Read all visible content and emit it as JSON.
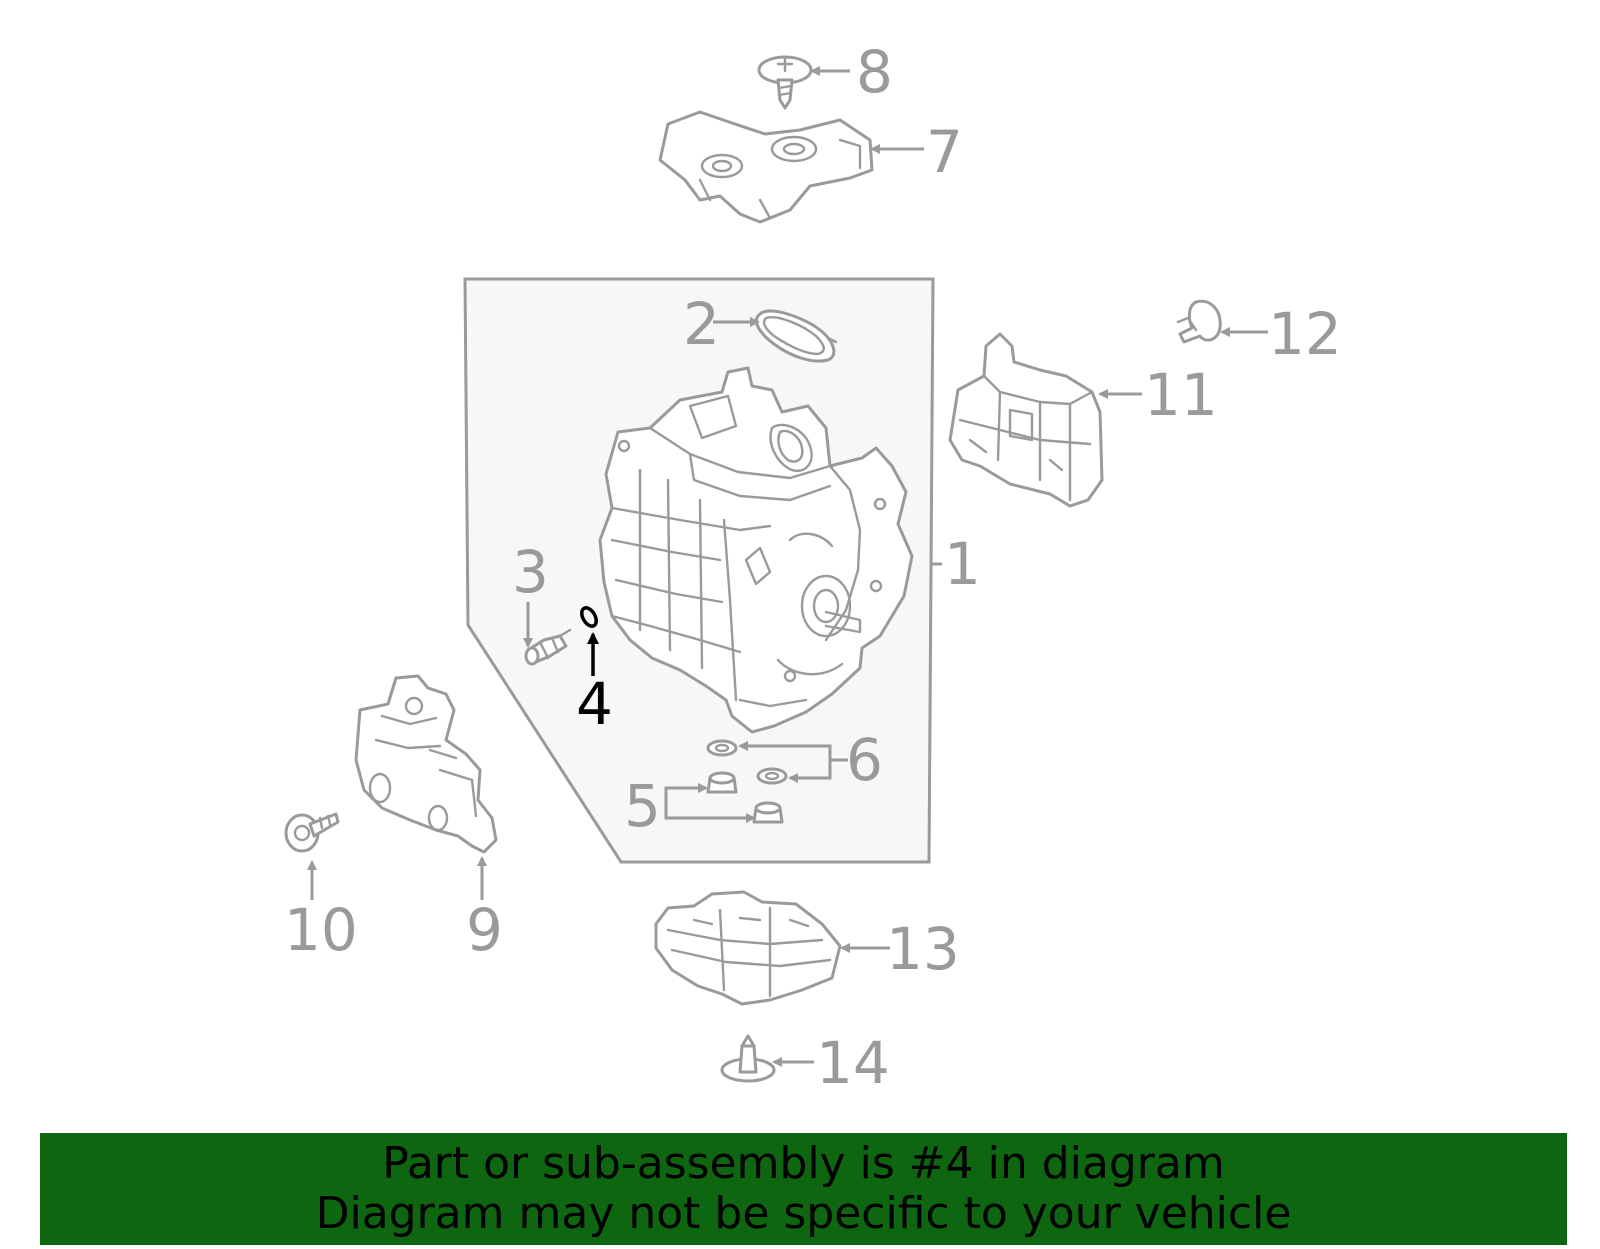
{
  "diagram": {
    "callouts": [
      {
        "id": "1",
        "label": "1"
      },
      {
        "id": "2",
        "label": "2"
      },
      {
        "id": "3",
        "label": "3"
      },
      {
        "id": "4",
        "label": "4",
        "highlighted": true
      },
      {
        "id": "5",
        "label": "5"
      },
      {
        "id": "6",
        "label": "6"
      },
      {
        "id": "7",
        "label": "7"
      },
      {
        "id": "8",
        "label": "8"
      },
      {
        "id": "9",
        "label": "9"
      },
      {
        "id": "10",
        "label": "10"
      },
      {
        "id": "11",
        "label": "11"
      },
      {
        "id": "12",
        "label": "12"
      },
      {
        "id": "13",
        "label": "13"
      },
      {
        "id": "14",
        "label": "14"
      }
    ],
    "colors": {
      "line": "#9a9a9a",
      "highlight": "#000000",
      "assembly_fill": "#f7f7f7",
      "banner_bg": "#0e6610"
    }
  },
  "banner": {
    "line1": "Part or sub-assembly is #4 in diagram",
    "line2": "Diagram may not be specific to your vehicle"
  }
}
